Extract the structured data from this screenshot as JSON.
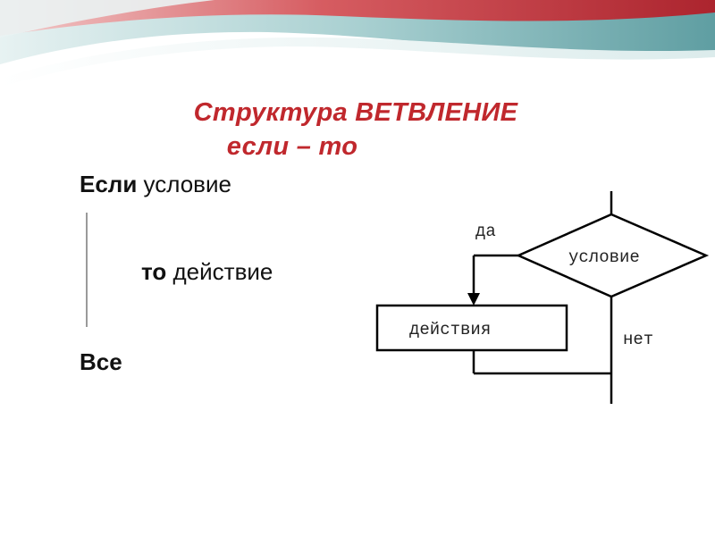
{
  "slide": {
    "title_line1": "Структура ВЕТВЛЕНИЕ",
    "title_line2": "если – то",
    "pseudocode": {
      "if_keyword": "Если",
      "condition_word": " условие",
      "then_keyword": "то",
      "action_word": " действие",
      "end_keyword": "Все"
    }
  },
  "flowchart": {
    "condition_label": "условие",
    "action_label": "действия",
    "yes_label": "да",
    "no_label": "нет"
  },
  "colors": {
    "title": "#c0282d",
    "decor_red": "#c0282d",
    "decor_teal": "#5ba3a6",
    "decor_light": "#cfe6e6"
  }
}
